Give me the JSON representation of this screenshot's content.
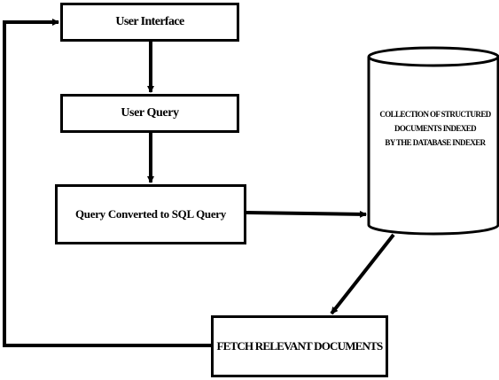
{
  "diagram": {
    "nodes": {
      "user_interface": "User Interface",
      "user_query": "User Query",
      "sql_query": "Query Converted to SQL Query",
      "fetch": "FETCH RELEVANT DOCUMENTS",
      "database": {
        "lines": [
          "COLLECTION OF STRUCTURED",
          "DOCUMENTS INDEXED",
          "BY THE DATABASE INDEXER"
        ]
      }
    }
  }
}
